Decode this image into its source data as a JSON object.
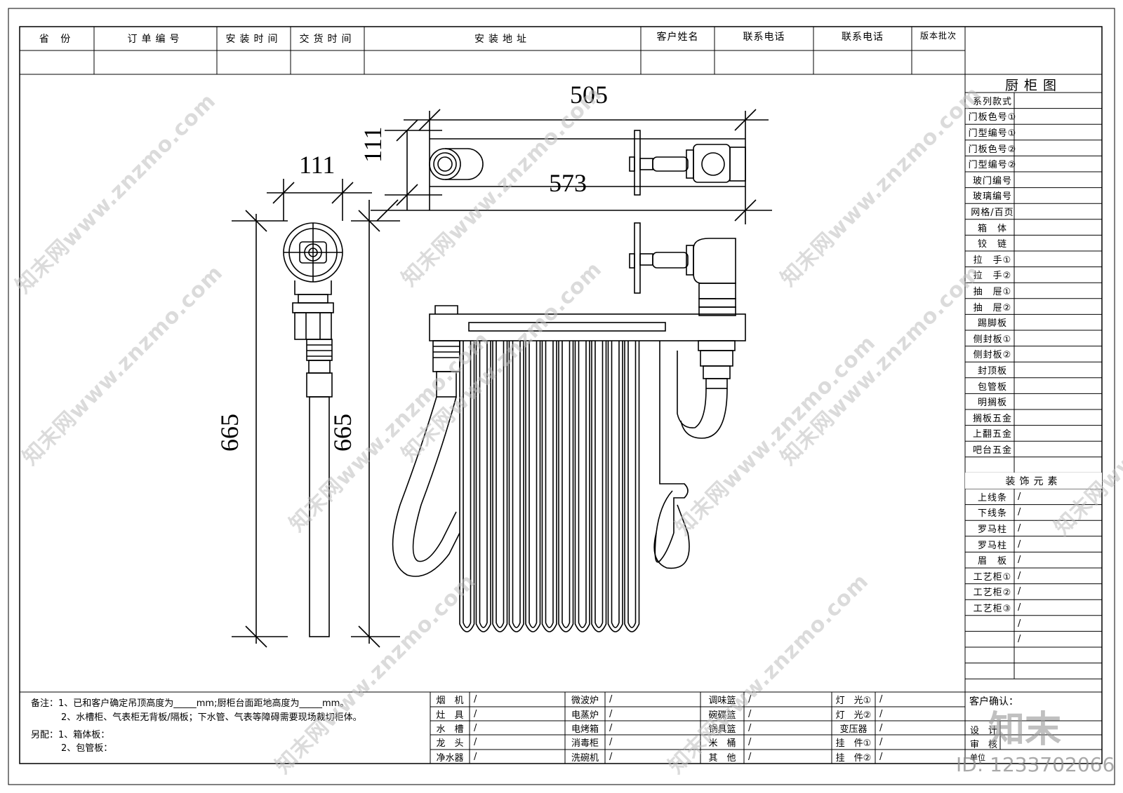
{
  "header": {
    "columns": [
      "省 份",
      "订单编号",
      "安装时间",
      "交货时间",
      "安装地址",
      "客户姓名",
      "联系电话",
      "联系电话",
      "版本批次"
    ]
  },
  "side": {
    "title": "厨柜图",
    "items": [
      "系列款式",
      "门板色号①",
      "门型编号①",
      "门板色号②",
      "门型编号②",
      "玻门编号",
      "玻璃编号",
      "网格/百页",
      "箱　体",
      "铰　链",
      "拉　手①",
      "拉　手②",
      "抽　屉①",
      "抽　屉②",
      "踢脚板",
      "侧封板①",
      "侧封板②",
      "封顶板",
      "包管板",
      "明搁板",
      "搁板五金",
      "上翻五金",
      "吧台五金"
    ],
    "decor_title": "装饰元素",
    "decor_items": [
      "上线条",
      "下线条",
      "罗马柱",
      "罗马柱",
      "眉　板",
      "工艺柜①",
      "工艺柜②",
      "工艺柜③",
      "",
      ""
    ],
    "slash": "/"
  },
  "notes": {
    "line1": "备注：1、已和客户确定吊顶高度为_____mm;厨柜台面距地高度为_____mm。",
    "line2": "2、水槽柜、气表柜无背板/隔板；下水管、气表等障碍需要现场裁切柜体。",
    "line3": "另配：1、箱体板：",
    "line4": "2、包管板："
  },
  "bottom": {
    "col1": [
      "烟　机",
      "灶　具",
      "水　槽",
      "龙　头",
      "净水器"
    ],
    "col2": [
      "微波炉",
      "电蒸炉",
      "电烤箱",
      "消毒柜",
      "洗碗机"
    ],
    "col3": [
      "调味篮",
      "碗碟篮",
      "锅具篮",
      "米　桶",
      "其　他"
    ],
    "col4": [
      "灯　光①",
      "灯　光②",
      "变压器",
      "挂　件①",
      "挂　件②"
    ],
    "slash": "/"
  },
  "confirm": {
    "customer": "客户确认：",
    "design": "设　计",
    "review": "审　核",
    "unit": "单位"
  },
  "dims": {
    "d505": "505",
    "d573": "573",
    "d111a": "111",
    "d111b": "111",
    "d665a": "665",
    "d665b": "665"
  },
  "watermark": {
    "text": "知末网www.znzmo.com",
    "logo": "知末",
    "id": "ID: 1233702066"
  }
}
